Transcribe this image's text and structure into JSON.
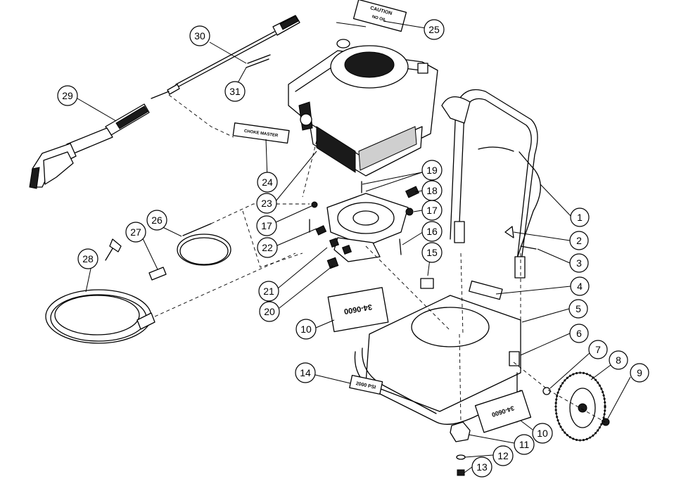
{
  "decals": {
    "caution_line1": "CAUTION",
    "caution_line2": "NO OIL",
    "choke_label": "CHOKE MASTER",
    "psi_label": "2000 PSI",
    "model_code": "34-0600",
    "model_code_b": "34-0600"
  },
  "callouts": [
    {
      "id": 1,
      "label": "1"
    },
    {
      "id": 2,
      "label": "2"
    },
    {
      "id": 3,
      "label": "3"
    },
    {
      "id": 4,
      "label": "4"
    },
    {
      "id": 5,
      "label": "5"
    },
    {
      "id": 6,
      "label": "6"
    },
    {
      "id": 7,
      "label": "7"
    },
    {
      "id": 8,
      "label": "8"
    },
    {
      "id": 9,
      "label": "9"
    },
    {
      "id": 10,
      "label": "10"
    },
    {
      "id": 101,
      "label": "10"
    },
    {
      "id": 11,
      "label": "11"
    },
    {
      "id": 12,
      "label": "12"
    },
    {
      "id": 13,
      "label": "13"
    },
    {
      "id": 14,
      "label": "14"
    },
    {
      "id": 15,
      "label": "15"
    },
    {
      "id": 16,
      "label": "16"
    },
    {
      "id": 17,
      "label": "17"
    },
    {
      "id": 171,
      "label": "17"
    },
    {
      "id": 18,
      "label": "18"
    },
    {
      "id": 19,
      "label": "19"
    },
    {
      "id": 20,
      "label": "20"
    },
    {
      "id": 21,
      "label": "21"
    },
    {
      "id": 22,
      "label": "22"
    },
    {
      "id": 23,
      "label": "23"
    },
    {
      "id": 24,
      "label": "24"
    },
    {
      "id": 25,
      "label": "25"
    },
    {
      "id": 26,
      "label": "26"
    },
    {
      "id": 27,
      "label": "27"
    },
    {
      "id": 28,
      "label": "28"
    },
    {
      "id": 29,
      "label": "29"
    },
    {
      "id": 30,
      "label": "30"
    },
    {
      "id": 31,
      "label": "31"
    }
  ]
}
